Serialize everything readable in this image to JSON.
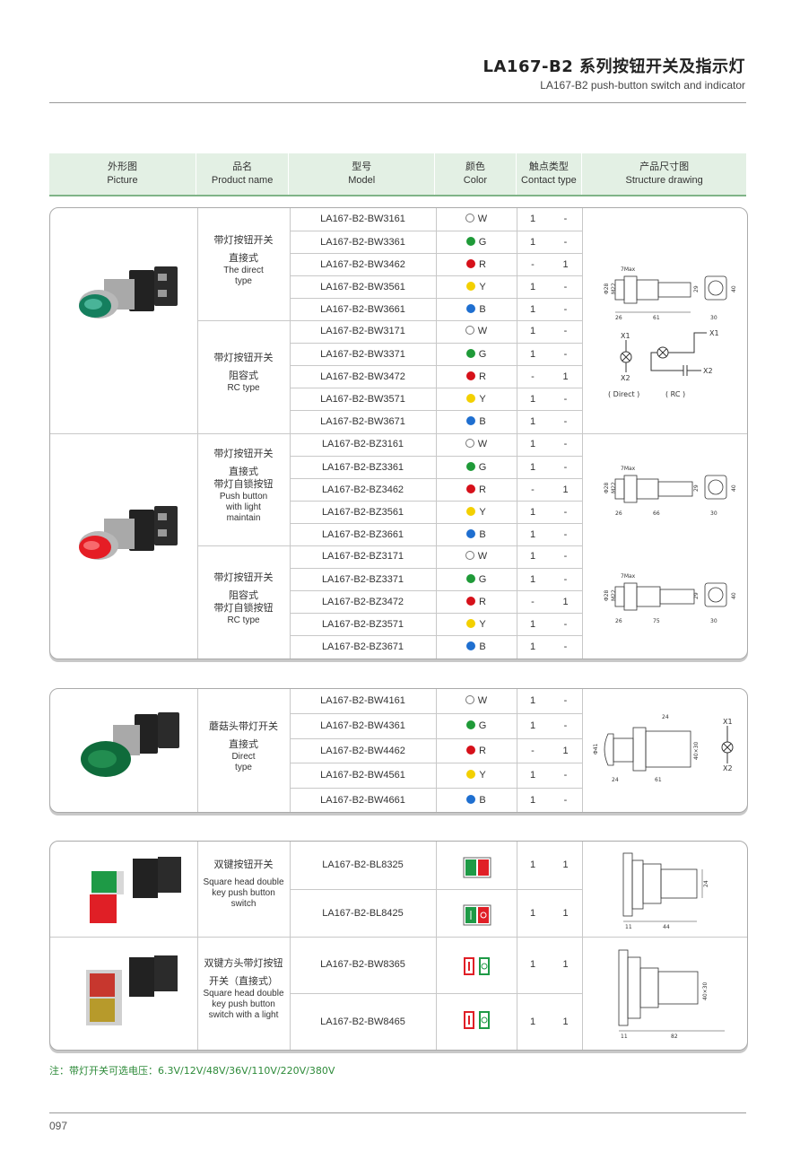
{
  "title": {
    "zh": "LA167-B2 系列按钮开关及指示灯",
    "en": "LA167-B2 push-button switch and indicator"
  },
  "header": [
    {
      "zh": "外形图",
      "en": "Picture"
    },
    {
      "zh": "品名",
      "en": "Product name"
    },
    {
      "zh": "型号",
      "en": "Model"
    },
    {
      "zh": "颜色",
      "en": "Color"
    },
    {
      "zh": "触点类型",
      "en": "Contact type"
    },
    {
      "zh": "产品尺寸图",
      "en": "Structure drawing"
    }
  ],
  "colors": {
    "W": "#ffffff",
    "G": "#1f9a38",
    "R": "#d6111a",
    "Y": "#f3d000",
    "B": "#1f6fd0"
  },
  "groups": [
    {
      "name": [
        "带灯按钮开关",
        "直接式",
        "The direct",
        "type"
      ],
      "rows": [
        [
          "LA167-B2-BW3161",
          "W",
          "1",
          "-"
        ],
        [
          "LA167-B2-BW3361",
          "G",
          "1",
          "-"
        ],
        [
          "LA167-B2-BW3462",
          "R",
          "-",
          "1"
        ],
        [
          "LA167-B2-BW3561",
          "Y",
          "1",
          "-"
        ],
        [
          "LA167-B2-BW3661",
          "B",
          "1",
          "-"
        ]
      ]
    },
    {
      "name": [
        "带灯按钮开关",
        "阻容式",
        "RC type"
      ],
      "rows": [
        [
          "LA167-B2-BW3171",
          "W",
          "1",
          "-"
        ],
        [
          "LA167-B2-BW3371",
          "G",
          "1",
          "-"
        ],
        [
          "LA167-B2-BW3472",
          "R",
          "-",
          "1"
        ],
        [
          "LA167-B2-BW3571",
          "Y",
          "1",
          "-"
        ],
        [
          "LA167-B2-BW3671",
          "B",
          "1",
          "-"
        ]
      ]
    },
    {
      "name": [
        "带灯按钮开关",
        "直接式",
        "带灯自锁按钮",
        "Push button",
        "with light",
        "maintain"
      ],
      "rows": [
        [
          "LA167-B2-BZ3161",
          "W",
          "1",
          "-"
        ],
        [
          "LA167-B2-BZ3361",
          "G",
          "1",
          "-"
        ],
        [
          "LA167-B2-BZ3462",
          "R",
          "-",
          "1"
        ],
        [
          "LA167-B2-BZ3561",
          "Y",
          "1",
          "-"
        ],
        [
          "LA167-B2-BZ3661",
          "B",
          "1",
          "-"
        ]
      ]
    },
    {
      "name": [
        "带灯按钮开关",
        "阻容式",
        "带灯自锁按钮",
        "RC type"
      ],
      "rows": [
        [
          "LA167-B2-BZ3171",
          "W",
          "1",
          "-"
        ],
        [
          "LA167-B2-BZ3371",
          "G",
          "1",
          "-"
        ],
        [
          "LA167-B2-BZ3472",
          "R",
          "-",
          "1"
        ],
        [
          "LA167-B2-BZ3571",
          "Y",
          "1",
          "-"
        ],
        [
          "LA167-B2-BZ3671",
          "B",
          "1",
          "-"
        ]
      ]
    },
    {
      "name": [
        "蘑菇头带灯开关",
        "直接式",
        "Direct",
        "type"
      ],
      "rows": [
        [
          "LA167-B2-BW4161",
          "W",
          "1",
          "-"
        ],
        [
          "LA167-B2-BW4361",
          "G",
          "1",
          "-"
        ],
        [
          "LA167-B2-BW4462",
          "R",
          "-",
          "1"
        ],
        [
          "LA167-B2-BW4561",
          "Y",
          "1",
          "-"
        ],
        [
          "LA167-B2-BW4661",
          "B",
          "1",
          "-"
        ]
      ]
    },
    {
      "name": [
        "双键按钮开关",
        "Square head double",
        "key push button",
        "switch"
      ],
      "rows": [
        [
          "LA167-B2-BL8325",
          "",
          "1",
          "1"
        ],
        [
          "LA167-B2-BL8425",
          "",
          "1",
          "1"
        ]
      ]
    },
    {
      "name": [
        "双键方头带灯按钮",
        "开关（直接式）",
        "Square head double",
        "key push button",
        "switch with a light"
      ],
      "rows": [
        [
          "LA167-B2-BW8365",
          "",
          "1",
          "1"
        ],
        [
          "LA167-B2-BW8465",
          "",
          "1",
          "1"
        ]
      ]
    }
  ],
  "drawing_labels": {
    "x1": "X1",
    "x2": "X2",
    "direct": "( Direct )",
    "rc": "( RC )",
    "d1": [
      "7Max",
      "Φ28",
      "M22",
      "26",
      "61",
      "29",
      "30",
      "40"
    ],
    "d2": [
      "7Max",
      "Φ28",
      "M22",
      "26",
      "66",
      "29",
      "30",
      "40"
    ],
    "d3": [
      "7Max",
      "Φ28",
      "M22",
      "26",
      "75",
      "29",
      "30",
      "40"
    ],
    "d4": [
      "24",
      "Φ41",
      "24",
      "61",
      "40×30"
    ],
    "d5": [
      "24",
      "11",
      "44"
    ],
    "d6": [
      "40×30",
      "11",
      "82"
    ]
  },
  "note": "注：带灯开关可选电压：6.3V/12V/48V/36V/110V/220V/380V",
  "page_number": "097"
}
